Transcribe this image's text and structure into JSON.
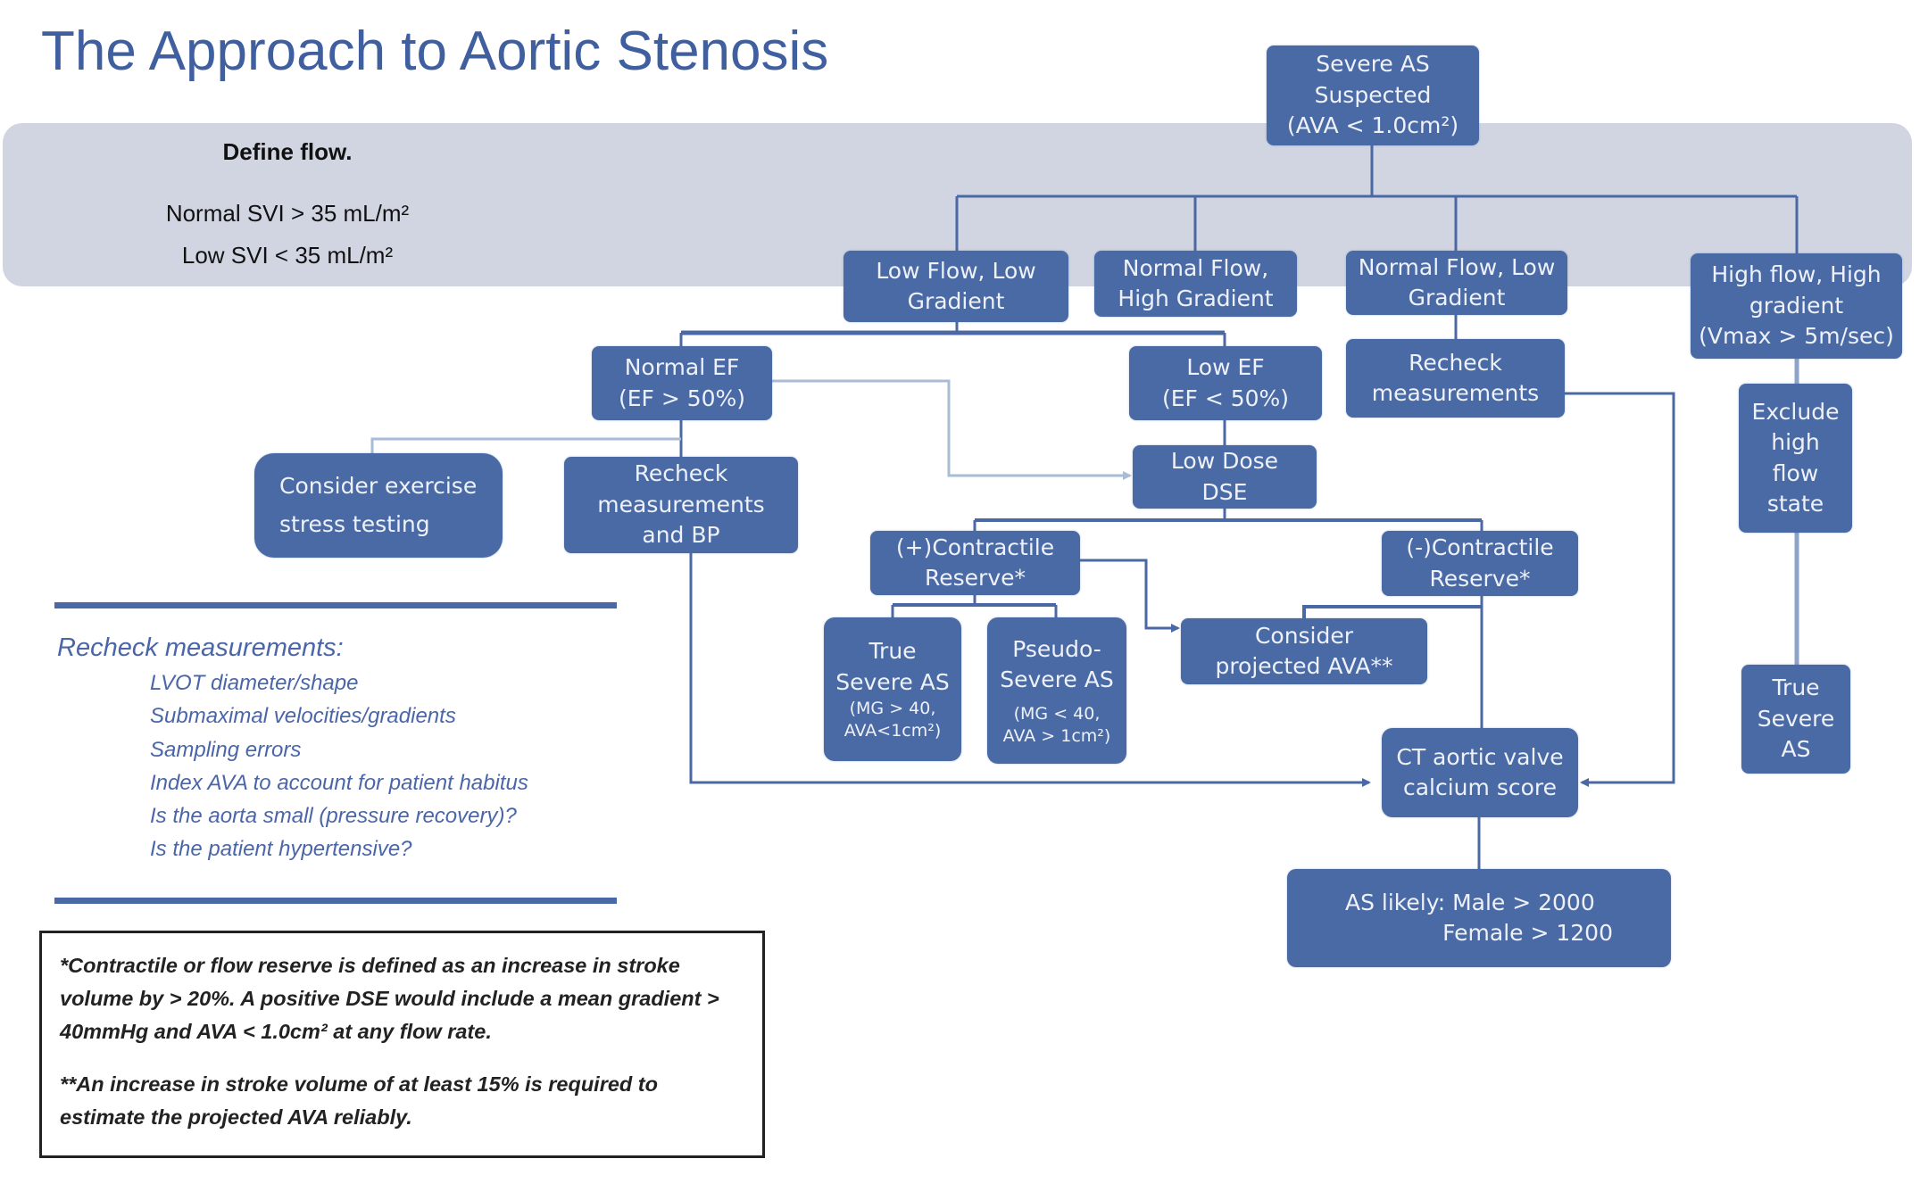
{
  "title": "The Approach to Aortic Stenosis",
  "define_flow": {
    "heading": "Define flow.",
    "normal_svi": "Normal SVI > 35 mL/m²",
    "low_svi": "Low SVI < 35 mL/m²"
  },
  "colors": {
    "box": "#4a6aa6",
    "connector": "#4a69a4",
    "light_connector": "#a9bcd6",
    "band": "#d0d5e1",
    "title": "#3f5f9f"
  },
  "nodes": {
    "severe_as_suspected": [
      "Severe AS",
      "Suspected",
      "(AVA < 1.0cm²)"
    ],
    "low_flow_low_gradient": [
      "Low Flow, Low",
      "Gradient"
    ],
    "normal_flow_high_gradient": [
      "Normal Flow,",
      "High Gradient"
    ],
    "normal_flow_low_gradient": [
      "Normal Flow, Low",
      "Gradient"
    ],
    "high_flow_high_gradient": [
      "High flow, High",
      "gradient",
      "(Vmax > 5m/sec)"
    ],
    "normal_ef": [
      "Normal EF",
      "(EF > 50%)"
    ],
    "low_ef": [
      "Low EF",
      "(EF < 50%)"
    ],
    "recheck_measurements_right": [
      "Recheck",
      "measurements"
    ],
    "exclude_high_flow": [
      "Exclude",
      "high",
      "flow",
      "state"
    ],
    "consider_exercise": [
      "Consider exercise",
      "stress testing"
    ],
    "recheck_measurements_bp": [
      "Recheck",
      "measurements",
      "and BP"
    ],
    "low_dose_dse": [
      "Low Dose",
      "DSE"
    ],
    "positive_contractile": [
      "(+)Contractile",
      "Reserve*"
    ],
    "negative_contractile": [
      "(-)Contractile",
      "Reserve*"
    ],
    "true_severe_as_mg": [
      "True",
      "Severe AS",
      "(MG > 40,",
      "AVA<1cm²)"
    ],
    "pseudo_severe_as": [
      "Pseudo-",
      "Severe AS",
      "(MG < 40,",
      "AVA > 1cm²)"
    ],
    "consider_projected_ava": [
      "Consider",
      "projected AVA**"
    ],
    "ct_calcium_score": [
      "CT aortic valve",
      "calcium score"
    ],
    "as_likely": [
      "AS likely: Male > 2000",
      "Female > 1200"
    ],
    "true_severe_as_right": [
      "True",
      "Severe",
      "AS"
    ]
  },
  "recheck_panel": {
    "title": "Recheck measurements:",
    "items": [
      "LVOT diameter/shape",
      "Submaximal velocities/gradients",
      "Sampling errors",
      "Index AVA to account for patient habitus",
      "Is the aorta small (pressure recovery)?",
      "Is the patient hypertensive?"
    ]
  },
  "footnotes": [
    "*Contractile or flow reserve is defined as an increase in stroke volume by > 20%.  A positive DSE would include a mean gradient > 40mmHg and AVA < 1.0cm² at any flow rate.",
    "**An increase in stroke volume of at least 15% is required to estimate the projected AVA reliably."
  ]
}
